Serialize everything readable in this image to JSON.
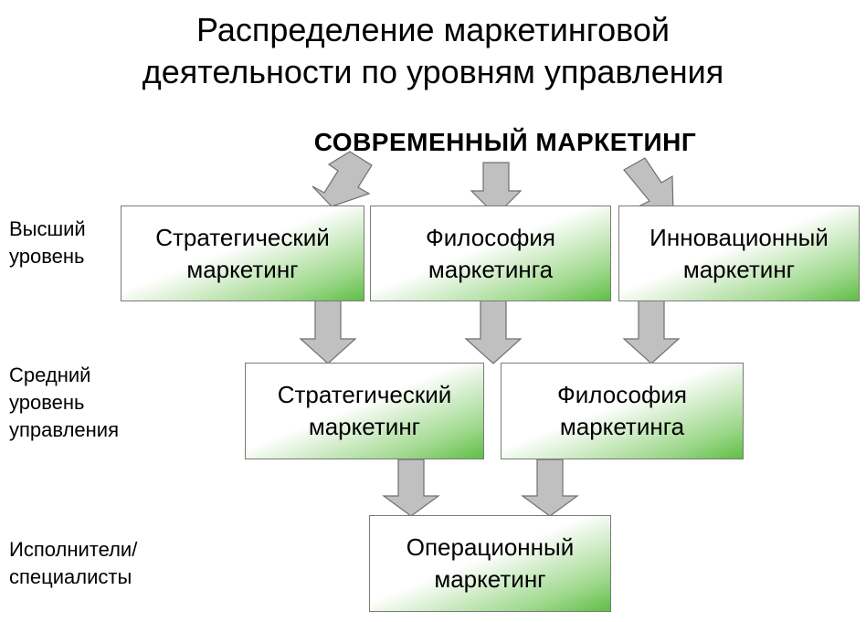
{
  "title": {
    "line1": "Распределение маркетинговой",
    "line2": "деятельности по уровням управления"
  },
  "subtitle": "СОВРЕМЕННЫЙ МАРКЕТИНГ",
  "levels": {
    "top": {
      "line1": "Высший",
      "line2": "уровень"
    },
    "middle": {
      "line1": "Средний",
      "line2": "уровень",
      "line3": "управления"
    },
    "bottom": {
      "line1": "Исполнители/",
      "line2": "специалисты"
    }
  },
  "boxes": {
    "top_strategic": {
      "line1": "Стратегический",
      "line2": "маркетинг"
    },
    "top_philosophy": {
      "line1": "Философия",
      "line2": "маркетинга"
    },
    "top_innovation": {
      "line1": "Инновационный",
      "line2": "маркетинг"
    },
    "mid_strategic": {
      "line1": "Стратегический",
      "line2": "маркетинг"
    },
    "mid_philosophy": {
      "line1": "Философия",
      "line2": "маркетинга"
    },
    "operational": {
      "line1": "Операционный",
      "line2": "маркетинг"
    }
  },
  "colors": {
    "box_gradient_start": "#ffffff",
    "box_gradient_end": "#5fbf45",
    "arrow_fill": "#c0c0c0"
  }
}
